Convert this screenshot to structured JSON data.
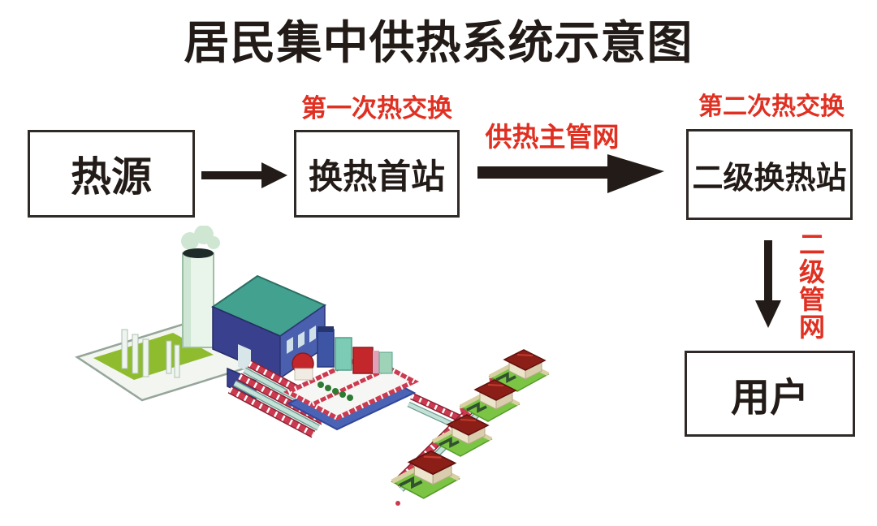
{
  "title": "居民集中供热系统示意图",
  "colors": {
    "label_red": "#e03022",
    "ink_black": "#221b17",
    "box_border": "#2f2a27",
    "pipe_red": "#cc3a50",
    "pipe_teal": "#c4e2d8",
    "house_roof": "#8c1e18",
    "lawn_green": "#7cc544"
  },
  "nodes": [
    {
      "id": "heat-source",
      "label": "热源"
    },
    {
      "id": "first-exchange-station",
      "label": "换热首站"
    },
    {
      "id": "secondary-exchange-station",
      "label": "二级换热站"
    },
    {
      "id": "users",
      "label": "用户"
    }
  ],
  "annotations": {
    "first_heat_exchange": "第一次热交换",
    "main_heating_network": "供热主管网",
    "second_heat_exchange": "第二次热交换",
    "secondary_network": "二级管网"
  },
  "illustration": {
    "parts": [
      "heating-plant-icon",
      "chimney-icon",
      "smoke-icon",
      "plant-building-icon",
      "supply-pipeline-icon",
      "exchange-station-block-icon",
      "distribution-pipeline-icon",
      "residential-house-icon"
    ]
  }
}
